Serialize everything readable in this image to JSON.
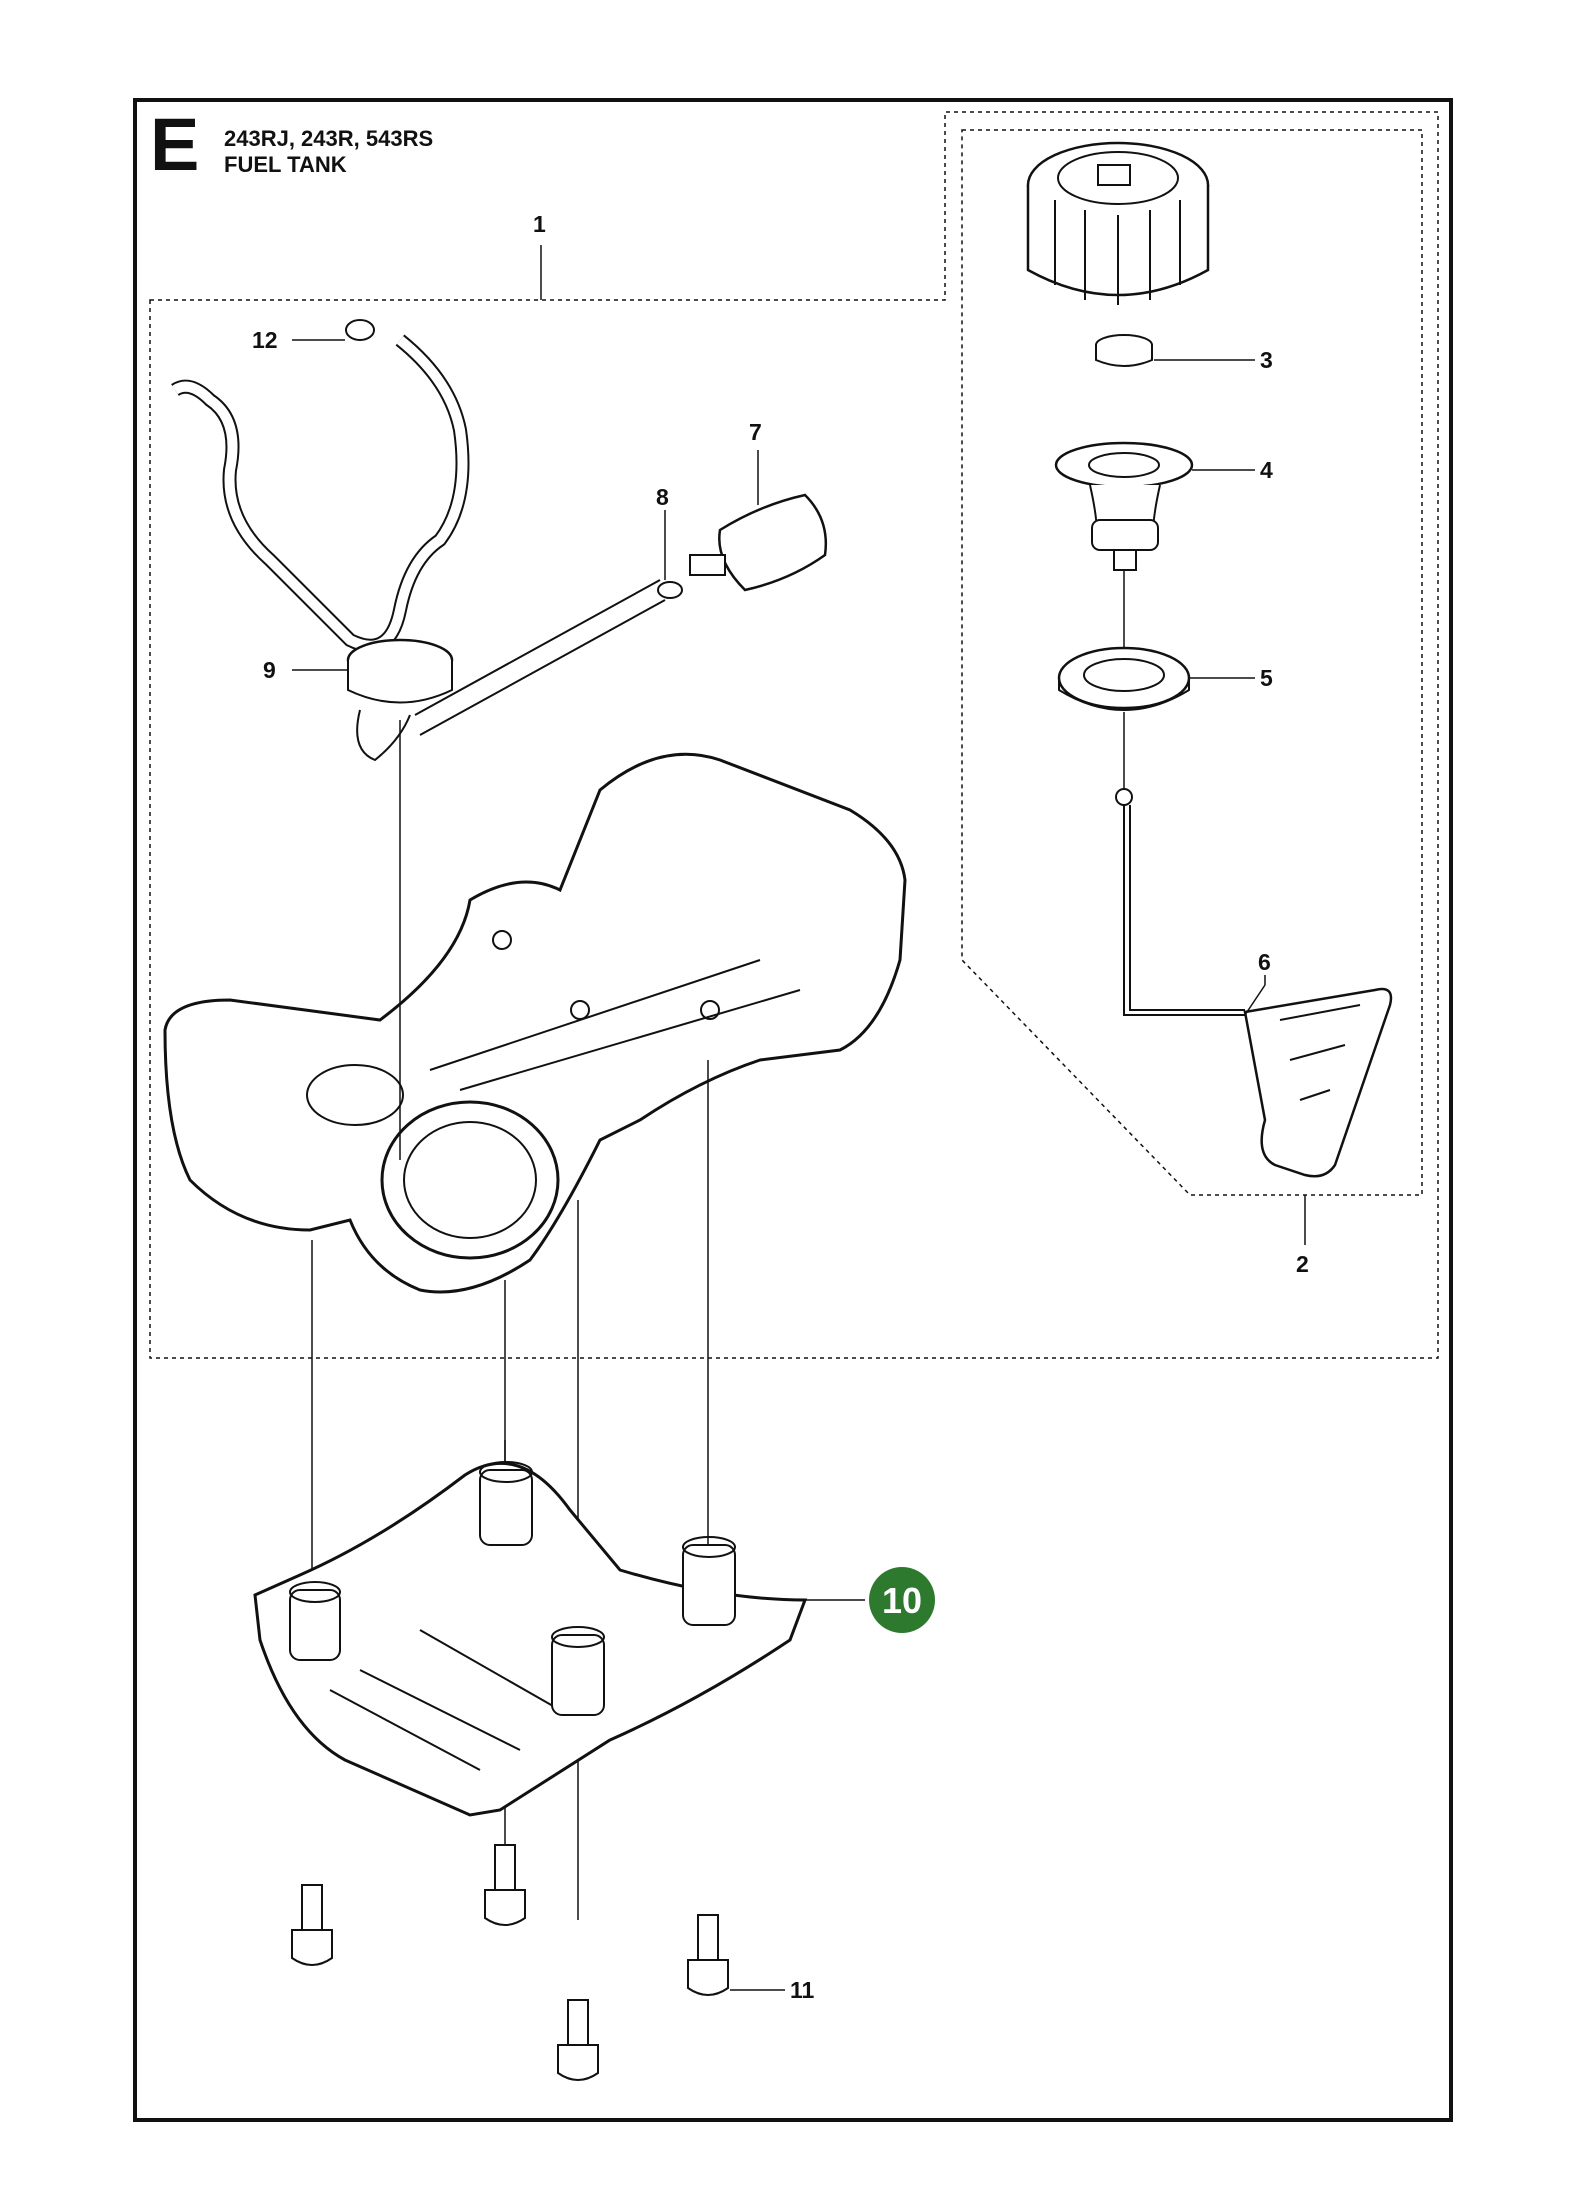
{
  "header": {
    "section_letter": "E",
    "models": "243RJ, 243R, 543RS",
    "title": "FUEL TANK"
  },
  "callouts": {
    "c1": "1",
    "c2": "2",
    "c3": "3",
    "c4": "4",
    "c5": "5",
    "c6": "6",
    "c7": "7",
    "c8": "8",
    "c9": "9",
    "c11": "11",
    "c12": "12"
  },
  "highlight": {
    "label": "10",
    "color": "#2d7a2f"
  },
  "colors": {
    "line": "#111111",
    "fill": "#ffffff",
    "shade": "#f2f2f2"
  }
}
